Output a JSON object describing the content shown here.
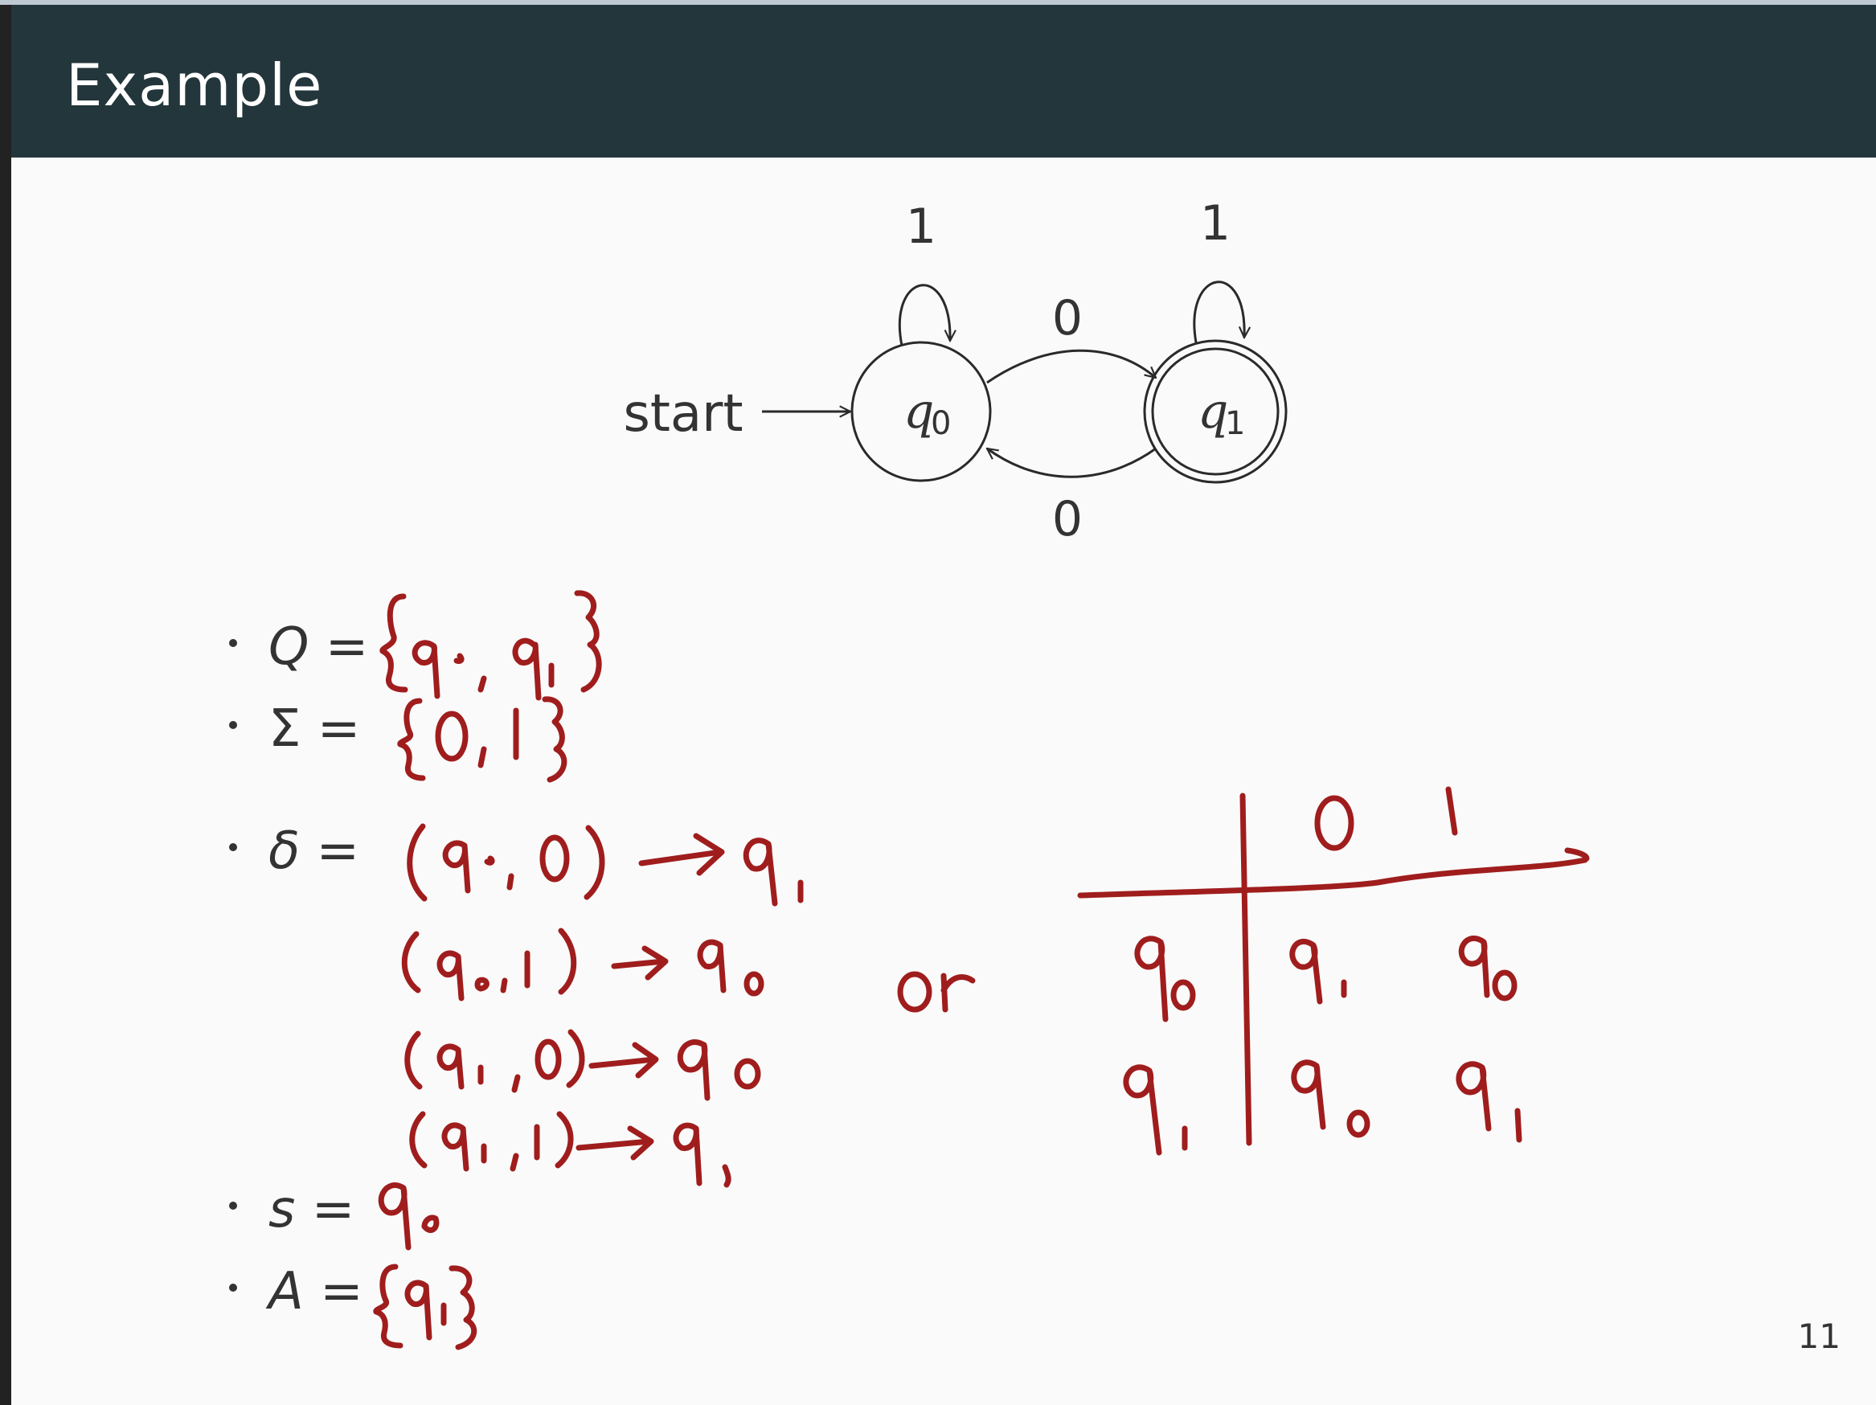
{
  "slide": {
    "title": "Example",
    "page_number": "11"
  },
  "automaton": {
    "start_label": "start",
    "states": [
      {
        "id": "q0",
        "name": "q",
        "subscript": "0",
        "accepting": false
      },
      {
        "id": "q1",
        "name": "q",
        "subscript": "1",
        "accepting": true
      }
    ],
    "transitions": [
      {
        "from": "q0",
        "to": "q0",
        "label": "1"
      },
      {
        "from": "q1",
        "to": "q1",
        "label": "1"
      },
      {
        "from": "q0",
        "to": "q1",
        "label": "0"
      },
      {
        "from": "q1",
        "to": "q0",
        "label": "0"
      }
    ]
  },
  "definitions": [
    {
      "symbol": "Q",
      "typed": "Q =",
      "handwritten": "{q0, q1}"
    },
    {
      "symbol": "Σ",
      "typed": "Σ =",
      "handwritten": "{0, 1}"
    },
    {
      "symbol": "δ",
      "typed": "δ =",
      "handwritten": [
        "(q0, 0) → q1",
        "(q0, 1) → q0",
        "(q1, 0) → q0",
        "(q1, 1) → q1"
      ]
    },
    {
      "symbol": "s",
      "typed": "s =",
      "handwritten": "q0"
    },
    {
      "symbol": "A",
      "typed": "A =",
      "handwritten": "{q1}"
    }
  ],
  "or_text": "or",
  "transition_table": {
    "columns": [
      "0",
      "1"
    ],
    "rows": [
      {
        "state": "q0",
        "cells": [
          "q1",
          "q0"
        ]
      },
      {
        "state": "q1",
        "cells": [
          "q0",
          "q1"
        ]
      }
    ]
  },
  "colors": {
    "header_bg": "#23363b",
    "slide_bg": "#fafafa",
    "ink": "#a01d1d",
    "diagram_stroke": "#2a2a2a"
  }
}
